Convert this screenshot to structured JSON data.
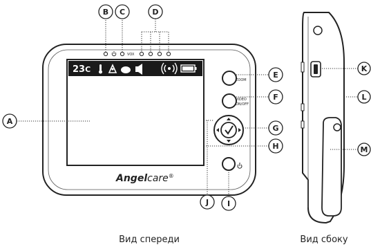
{
  "callouts": {
    "a": "A",
    "b": "B",
    "c": "C",
    "d": "D",
    "e": "E",
    "f": "F",
    "g": "G",
    "h": "H",
    "i": "I",
    "j": "J",
    "k": "K",
    "l": "L",
    "m": "M"
  },
  "device_labels": {
    "vox": "VOX",
    "zoom": "ZOOM",
    "video_line1": "VIDEO",
    "video_line2": "ON/OFF",
    "temperature": "23",
    "temperature_unit": "C",
    "brand_bold": "Angel",
    "brand_rest": "care",
    "brand_mark": "®"
  },
  "captions": {
    "front": "Вид спереди",
    "side": "Вид сбоку"
  }
}
